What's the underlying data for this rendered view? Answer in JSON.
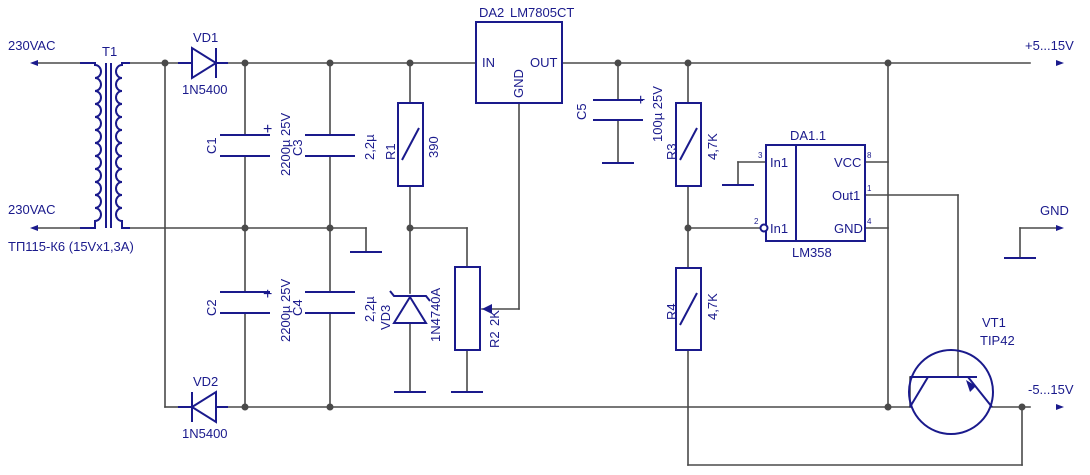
{
  "title": "",
  "ports": {
    "ac_top": "230VAC",
    "ac_bottom": "230VAC",
    "pos_out": "+5...15V",
    "gnd": "GND",
    "neg_out": "-5...15V"
  },
  "components": {
    "T1": {
      "ref": "T1",
      "value": "ТП115-К6 (15Vx1,3A)"
    },
    "VD1": {
      "ref": "VD1",
      "value": "1N5400"
    },
    "VD2": {
      "ref": "VD2",
      "value": "1N5400"
    },
    "C1": {
      "ref": "C1",
      "value": "2200µ 25V"
    },
    "C2": {
      "ref": "C2",
      "value": "2200µ 25V"
    },
    "C3": {
      "ref": "C3",
      "value": "2,2µ"
    },
    "C4": {
      "ref": "C4",
      "value": "2,2µ"
    },
    "R1": {
      "ref": "R1",
      "value": "390"
    },
    "VD3": {
      "ref": "VD3",
      "value": "1N4740A"
    },
    "R2": {
      "ref": "R2",
      "value": "2K"
    },
    "DA2": {
      "ref": "DA2",
      "value": "LM7805CT",
      "pin_in": "IN",
      "pin_out": "OUT",
      "pin_gnd": "GND"
    },
    "C5": {
      "ref": "C5",
      "value": "100µ 25V"
    },
    "R3": {
      "ref": "R3",
      "value": "4,7K"
    },
    "R4": {
      "ref": "R4",
      "value": "4,7K"
    },
    "DA1": {
      "ref": "DA1.1",
      "value": "LM358",
      "pin_in_pos": "In1",
      "pin_in_neg": "In1",
      "pin_vcc": "VCC",
      "pin_out": "Out1",
      "pin_gnd": "GND",
      "pn3": "3",
      "pn2": "2",
      "pn8": "8",
      "pn1": "1",
      "pn4": "4"
    },
    "VT1": {
      "ref": "VT1",
      "value": "TIP42"
    }
  }
}
